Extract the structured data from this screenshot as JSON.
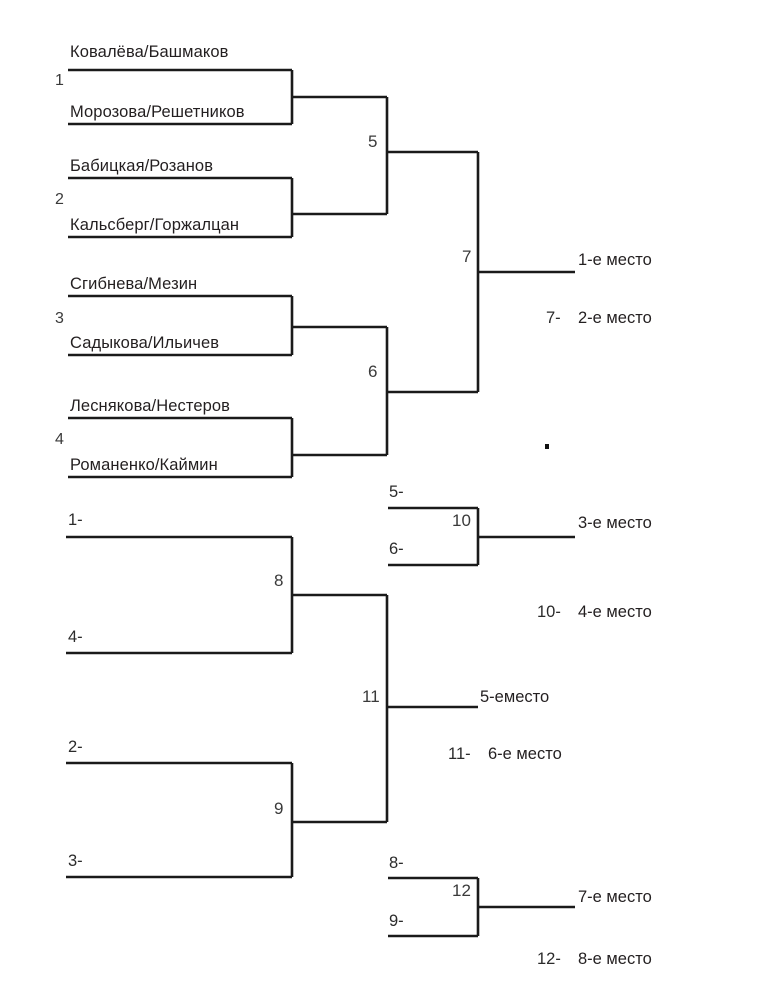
{
  "diagram": {
    "kind": "single-elimination-with-consolation-bracket",
    "line_color": "#1a1a1a",
    "text_color": "#231f20"
  },
  "main_bracket": {
    "pairs": [
      {
        "seed": "1",
        "top_name": "Ковалёва/Башмаков",
        "bottom_name": "Морозова/Решетников"
      },
      {
        "seed": "2",
        "top_name": "Бабицкая/Розанов",
        "bottom_name": "Кальсберг/Горжалцан"
      },
      {
        "seed": "3",
        "top_name": "Сгибнева/Мезин",
        "bottom_name": "Садыкова/Ильичев"
      },
      {
        "seed": "4",
        "top_name": "Леснякова/Нестеров",
        "bottom_name": "Романенко/Каймин"
      }
    ],
    "semifinal_top": "5",
    "semifinal_bottom": "6",
    "final": "7"
  },
  "consolation_bracket": {
    "match_8": {
      "number": "8",
      "top_slot": "1-",
      "bottom_slot": "4-"
    },
    "match_9": {
      "number": "9",
      "top_slot": "2-",
      "bottom_slot": "3-"
    },
    "match_11": {
      "number": "11"
    },
    "match_10": {
      "number": "10",
      "top_slot": "5-",
      "bottom_slot": "6-"
    },
    "match_12": {
      "number": "12",
      "top_slot": "8-",
      "bottom_slot": "9-"
    }
  },
  "placements": [
    {
      "id": "place-1",
      "ref": "",
      "label": "1-е место"
    },
    {
      "id": "place-2",
      "ref": "7-",
      "label": "2-е место"
    },
    {
      "id": "place-3",
      "ref": "",
      "label": "3-е место"
    },
    {
      "id": "place-4",
      "ref": "10-",
      "label": "4-е место"
    },
    {
      "id": "place-5",
      "ref": "",
      "label": "5-еместо"
    },
    {
      "id": "place-6",
      "ref": "11-",
      "label": "6-е место"
    },
    {
      "id": "place-7",
      "ref": "",
      "label": "7-е место"
    },
    {
      "id": "place-8",
      "ref": "12-",
      "label": "8-е место"
    }
  ]
}
